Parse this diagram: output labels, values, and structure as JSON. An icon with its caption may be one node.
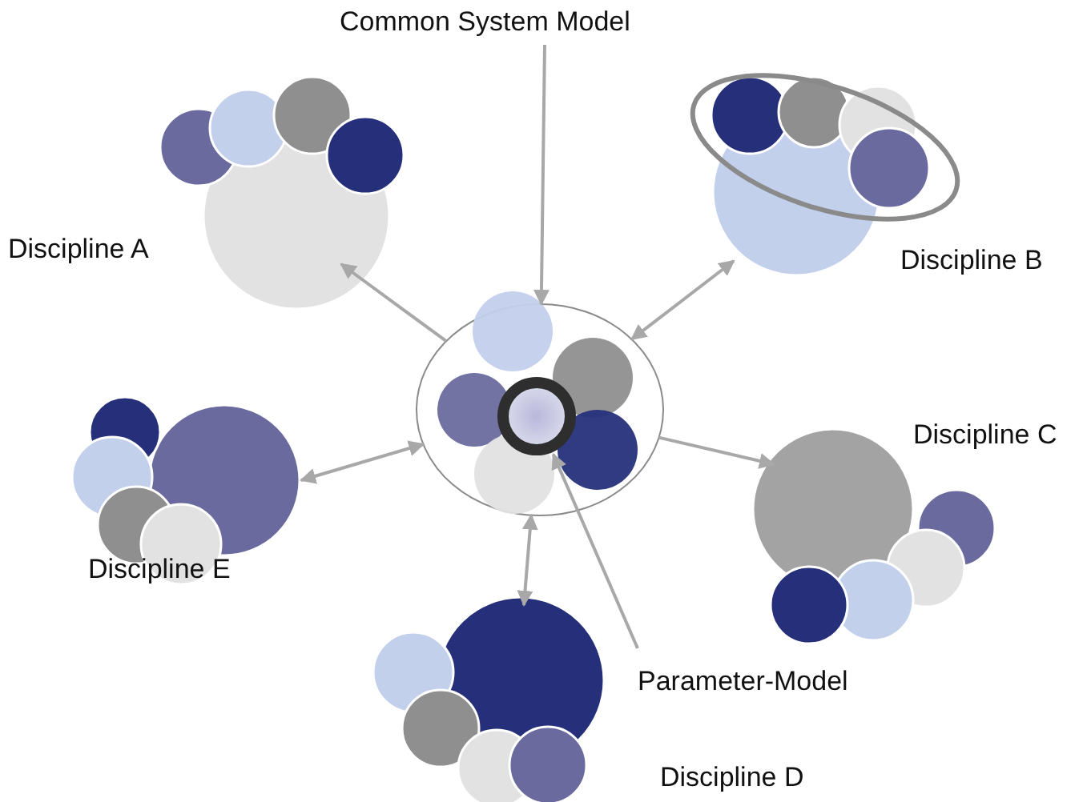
{
  "diagram": {
    "nodes": [
      {
        "text": [
          "Common System Model"
        ]
      },
      {
        "text": [],
        "shape": "ellipse"
      },
      {
        "text": [],
        "shape": "circle",
        "in": 1
      },
      {
        "text": [
          "Parameter-Model"
        ]
      },
      {
        "text": [
          "Discipline A"
        ]
      },
      {
        "text": [
          "Discipline B"
        ]
      },
      {
        "text": [
          "Discipline C"
        ]
      },
      {
        "text": [
          "Discipline D"
        ]
      },
      {
        "text": [
          "Discipline E"
        ]
      }
    ],
    "edges": [
      {
        "from": 0,
        "to": 1,
        "arrow": "to"
      },
      {
        "from": 1,
        "to": 4,
        "arrow": "to"
      },
      {
        "from": 1,
        "to": 5,
        "arrow": "both"
      },
      {
        "from": 1,
        "to": 6,
        "arrow": "to"
      },
      {
        "from": 1,
        "to": 7,
        "arrow": "both"
      },
      {
        "from": 1,
        "to": 8,
        "arrow": "both"
      },
      {
        "from": 3,
        "to": 2,
        "arrow": "to"
      }
    ]
  }
}
